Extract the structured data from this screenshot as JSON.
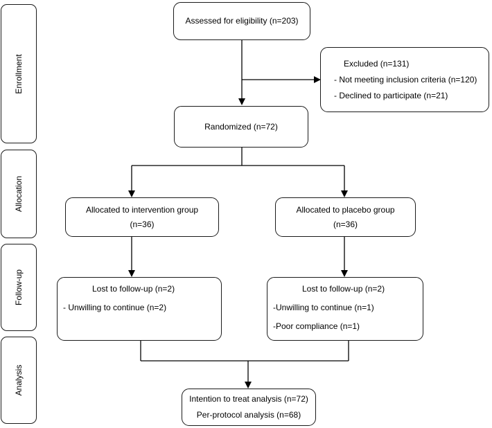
{
  "stages": {
    "enrollment": "Enrollment",
    "allocation": "Allocation",
    "followup": "Follow-up",
    "analysis": "Analysis"
  },
  "assessed": "Assessed for eligibility (n=203)",
  "excluded": {
    "title": "Excluded (n=131)",
    "items": [
      "- Not meeting inclusion criteria (n=120)",
      "- Declined to participate (n=21)"
    ]
  },
  "randomized": "Randomized (n=72)",
  "allocated_intervention": {
    "line1": "Allocated to intervention group",
    "line2": "(n=36)"
  },
  "allocated_placebo": {
    "line1": "Allocated to placebo group",
    "line2": "(n=36)"
  },
  "lost_intervention": {
    "title": "Lost to follow-up (n=2)",
    "items": [
      "- Unwilling to continue (n=2)"
    ]
  },
  "lost_placebo": {
    "title": "Lost to follow-up (n=2)",
    "items": [
      "-Unwilling to continue (n=1)",
      "-Poor compliance (n=1)"
    ]
  },
  "analysis": {
    "line1": "Intention to treat analysis (n=72)",
    "line2": "Per-protocol analysis (n=68)"
  }
}
